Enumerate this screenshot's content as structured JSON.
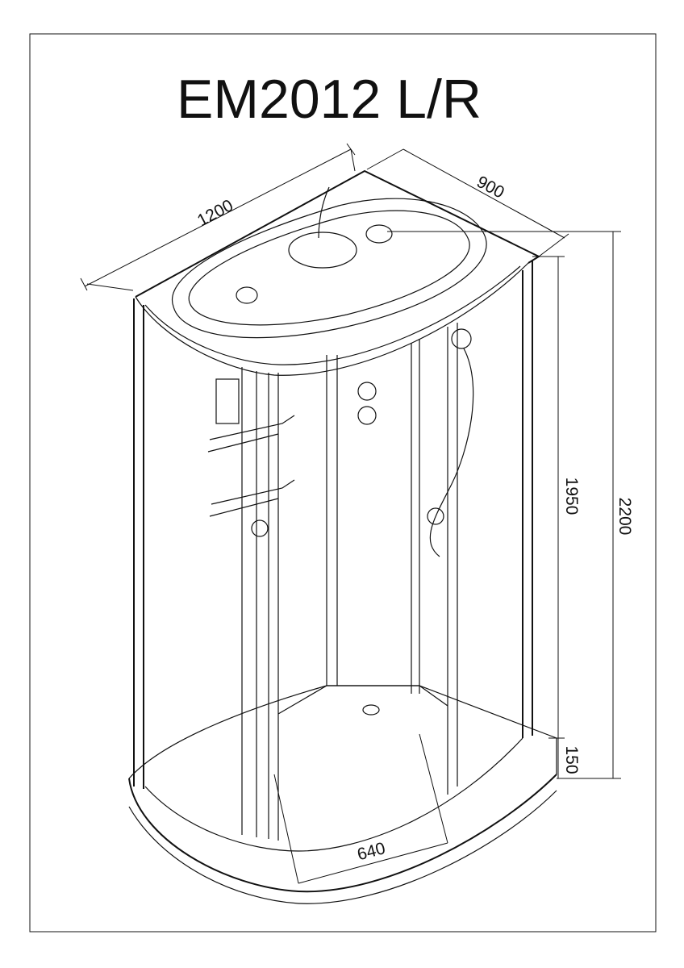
{
  "title": "EM2012 L/R",
  "dimensions": {
    "width": "1200",
    "depth": "900",
    "cabin_height": "1950",
    "total_height": "2200",
    "tray_height": "150",
    "door_opening": "640"
  }
}
